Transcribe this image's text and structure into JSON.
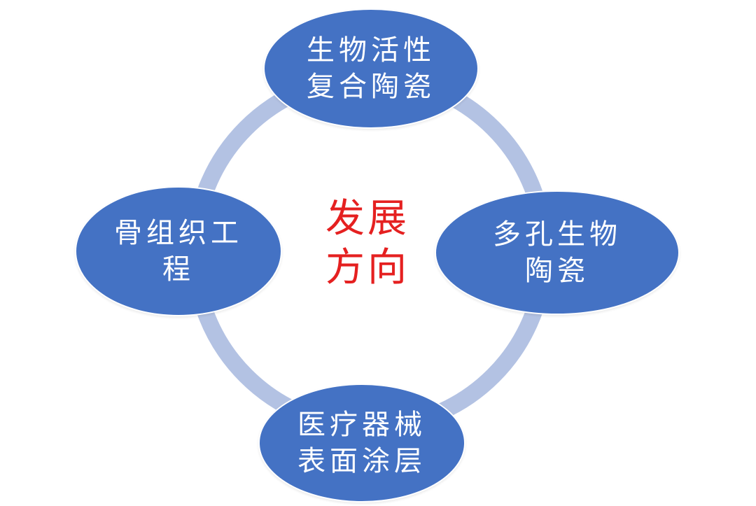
{
  "colors": {
    "ring": "#b3c2e3",
    "node_fill": "#4472c4",
    "node_text": "#ffffff",
    "center_text": "#e52020"
  },
  "center": {
    "lines": [
      "发展",
      "方向"
    ]
  },
  "nodes": {
    "top": {
      "lines": [
        "生物活性",
        "复合陶瓷"
      ]
    },
    "right": {
      "lines": [
        "多孔生物",
        "陶瓷"
      ]
    },
    "bottom": {
      "lines": [
        "医疗器械",
        "表面涂层"
      ]
    },
    "left": {
      "lines": [
        "骨组织工",
        "程"
      ]
    }
  }
}
